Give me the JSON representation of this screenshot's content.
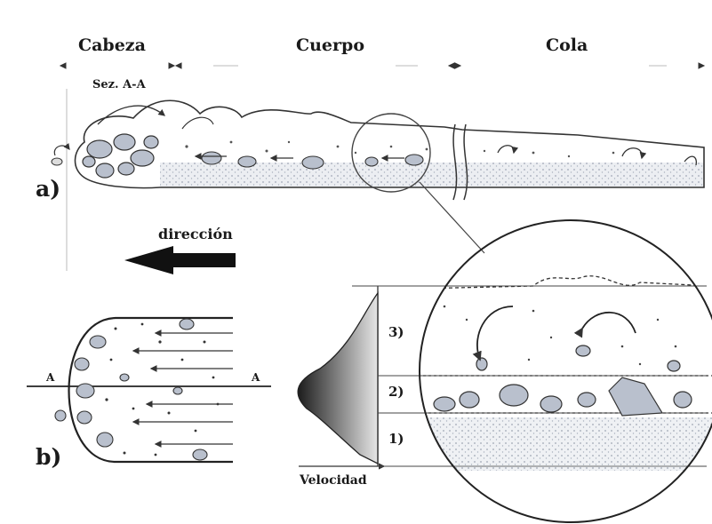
{
  "sections": {
    "head": "Cabeza",
    "body": "Cuerpo",
    "tail": "Cola"
  },
  "section_label": "Sez. A-A",
  "panel_a": "a)",
  "panel_b": "b)",
  "direction": "dirección",
  "section_marks": {
    "left": "A",
    "right": "A"
  },
  "zones": {
    "z3": "3)",
    "z2": "2)",
    "z1": "1)"
  },
  "velocity": "Velocidad"
}
